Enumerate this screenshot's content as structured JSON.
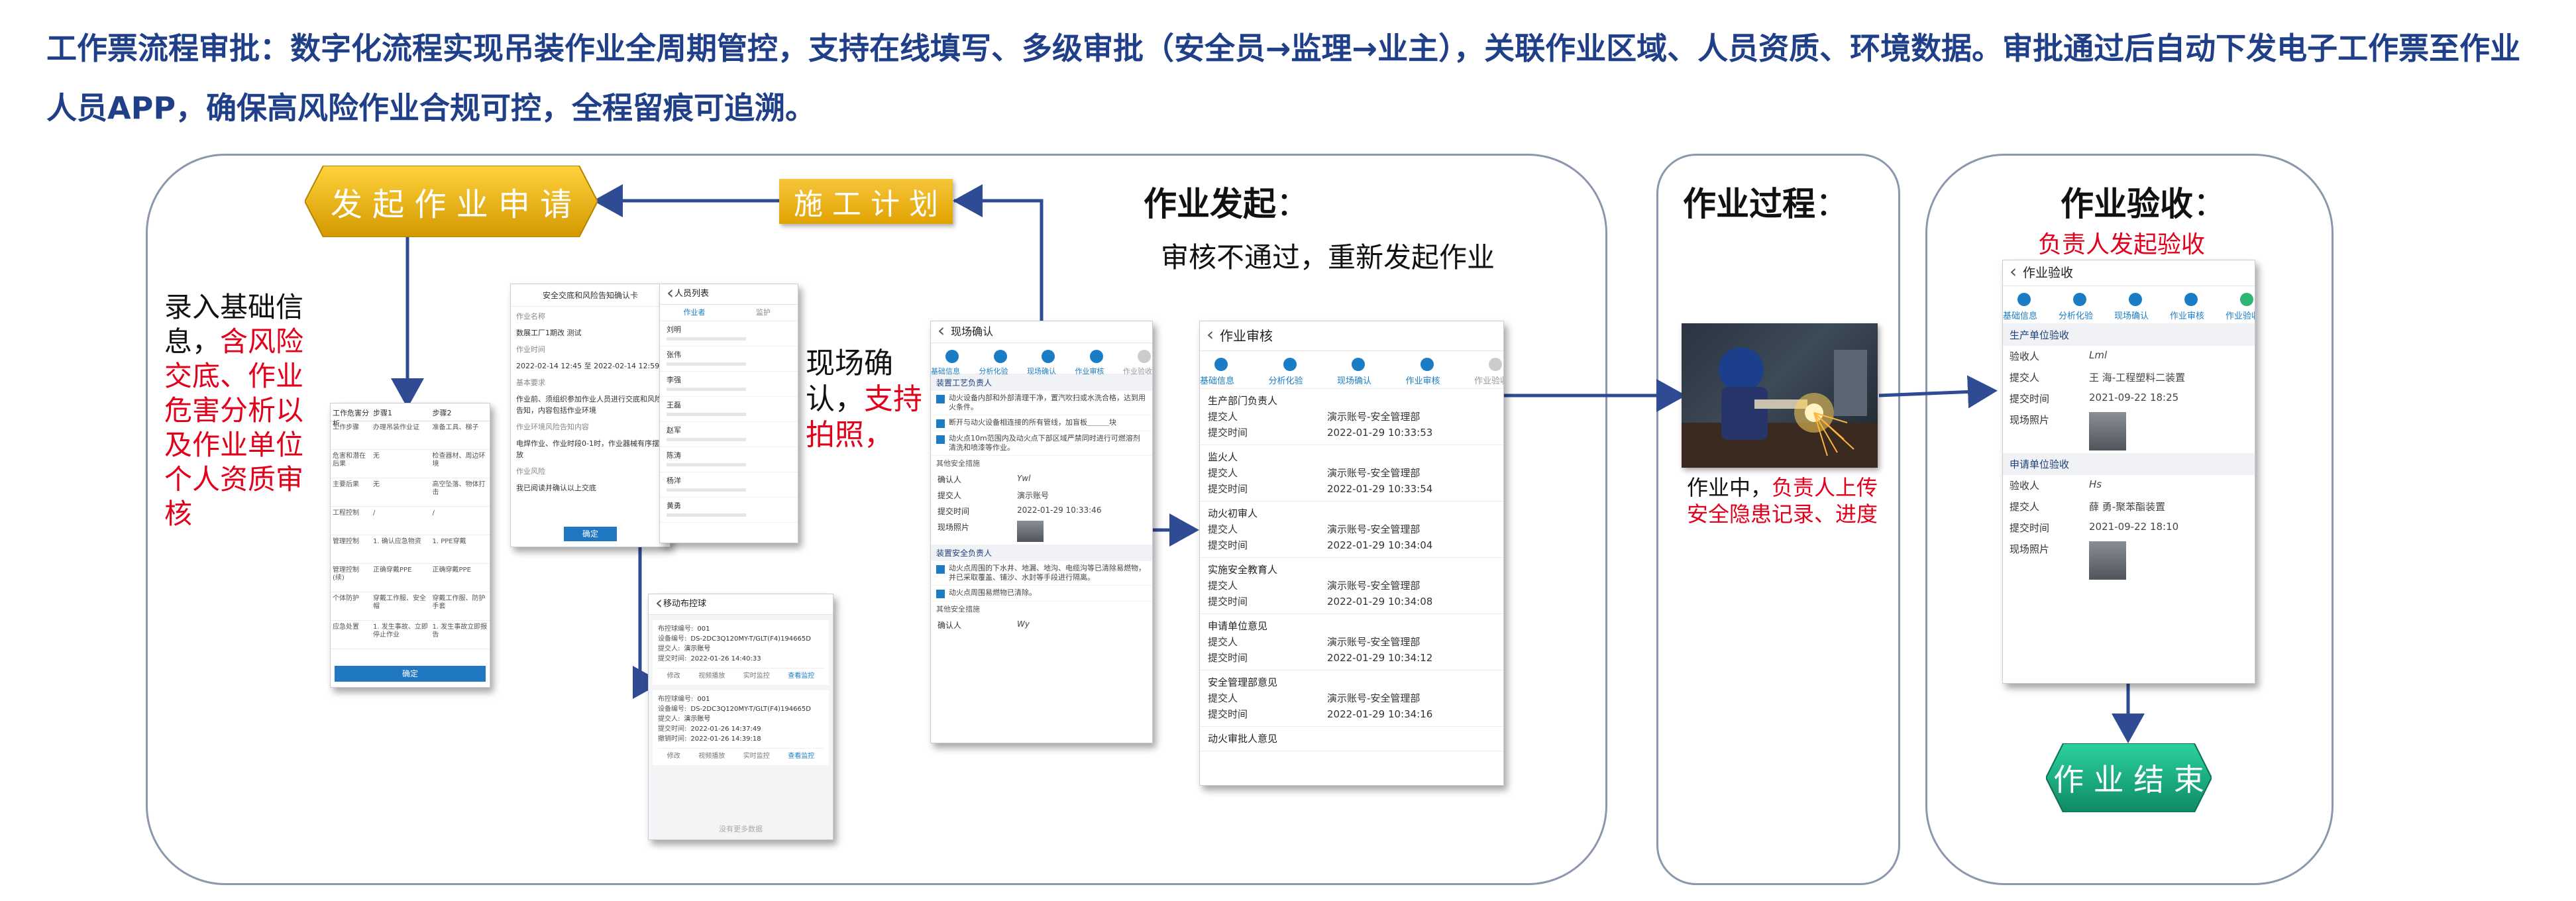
{
  "headline": "工作票流程审批：数字化流程实现吊装作业全周期管控，支持在线填写、多级审批（安全员→监理→业主），关联作业区域、人员资质、环境数据。审批通过后自动下发电子工作票至作业人员APP，确保高风险作业合规可控，全程留痕可追溯。",
  "sections": {
    "initiate": {
      "title": "作业发起",
      "colon": "：",
      "reject_note": "审核不通过，重新发起作业",
      "start_label": "发 起 作 业 申 请",
      "plan_label": "施 工 计 划",
      "input_text_a": "录入基础信息，",
      "input_text_b": "含风险交底、作业危害分析以及作业单位个人资质审核",
      "confirm_text_a": "现场确认，",
      "confirm_text_b": "支持拍照，"
    },
    "process": {
      "title": "作业过程",
      "colon": "：",
      "caption_a": "作业中，",
      "caption_b": "负责人上传安全隐患记录、进度"
    },
    "acceptance": {
      "title": "作业验收",
      "colon": "：",
      "subtitle": "负责人发起验收",
      "end_label": "作 业 结 束"
    }
  },
  "screens": {
    "hazard_table": {
      "headers": [
        "工作危害分析",
        "步骤1",
        "步骤2"
      ],
      "rows": [
        [
          "工作步骤",
          "办理吊装作业证",
          "准备工具、梯子"
        ],
        [
          "危害和潜在后果",
          "无",
          "检查器材、周边环境"
        ],
        [
          "主要后果",
          "无",
          "高空坠落、物体打击"
        ],
        [
          "工程控制",
          "/",
          "/"
        ],
        [
          "管理控制",
          "1. 确认应急物资",
          "1. PPE穿戴"
        ],
        [
          "管理控制(续)",
          "正确穿戴PPE",
          "正确穿戴PPE"
        ],
        [
          "个体防护",
          "穿戴工作服、安全帽",
          "穿戴工作服、防护手套"
        ],
        [
          "应急处置",
          "1. 发生事故、立即停止作业",
          "1. 发生事故立即报告"
        ]
      ],
      "button": "确定"
    },
    "safety_disclosure": {
      "title": "安全交底和风险告知确认卡",
      "lines": [
        "作业名称",
        "数展工厂1期改 测试",
        "作业时间",
        "2022-02-14 12:45 至 2022-02-14 12:59",
        "基本要求",
        "作业前、须组织参加作业人员进行交底和风险告知，内容包括作业环境",
        "作业环境风险告知内容",
        "电焊作业、作业时段0-1时，作业器械有序摆放",
        "作业风险",
        "我已阅读并确认以上交底"
      ],
      "button": "确定"
    },
    "personnel": {
      "title": "人员列表",
      "tabs": [
        "作业者",
        "监护"
      ],
      "items": [
        "刘明",
        "张伟",
        "李强",
        "王磊",
        "赵军",
        "陈涛",
        "杨洋",
        "黄勇"
      ]
    },
    "mobile_inspect": {
      "title": "移动布控球",
      "cards": [
        {
          "id_label": "布控球编号:",
          "id": "001",
          "sn_label": "设备编号:",
          "sn": "DS-2DC3Q120MY-T/GLT(F4)194665D",
          "user_label": "提交人:",
          "user": "演示账号",
          "time_label": "提交时间:",
          "time": "2022-01-26 14:40:33",
          "actions": [
            "修改",
            "视频播放",
            "实时监控",
            "查看监控"
          ]
        },
        {
          "id_label": "布控球编号:",
          "id": "001",
          "sn_label": "设备编号:",
          "sn": "DS-2DC3Q120MY-T/GLT(F4)194665D",
          "user_label": "提交人:",
          "user": "演示账号",
          "time_label": "提交时间:",
          "time": "2022-01-26 14:37:49",
          "time2_label": "撤销时间:",
          "time2": "2022-01-26 14:39:18",
          "actions": [
            "修改",
            "视频播放",
            "实时监控",
            "查看监控"
          ]
        }
      ],
      "footer": "没有更多数据"
    },
    "site_confirm": {
      "title": "现场确认",
      "steps": [
        "基础信息",
        "分析化验",
        "现场确认",
        "作业审核",
        "作业验收"
      ],
      "group1": "装置工艺负责人",
      "checks1": [
        "动火设备内部和外部清理干净，置汽吹扫或水洗合格，达到用火条件。",
        "断开与动火设备相连接的所有管线，加盲板＿＿＿块",
        "动火点10m范围内及动火点下部区域严禁同时进行可燃溶剂清洗和喷漆等作业。"
      ],
      "other": "其他安全措施",
      "fields1": [
        [
          "确认人",
          "Ywl"
        ],
        [
          "提交人",
          "演示账号"
        ],
        [
          "提交时间",
          "2022-01-29 10:33:46"
        ],
        [
          "现场照片",
          ""
        ]
      ],
      "group2": "装置安全负责人",
      "checks2": [
        "动火点周围的下水井、地漏、地沟、电缆沟等已清除易燃物，并已采取覆盖、铺沙、水封等手段进行隔离。",
        "动火点周围易燃物已清除。"
      ],
      "other2": "其他安全措施",
      "fields2": [
        [
          "确认人",
          "Wy"
        ]
      ]
    },
    "approval": {
      "title": "作业审核",
      "steps": [
        "基础信息",
        "分析化验",
        "现场确认",
        "作业审核",
        "作业验收"
      ],
      "groups": [
        {
          "name": "生产部门负责人",
          "user": "演示账号-安全管理部",
          "time": "2022-01-29 10:33:53"
        },
        {
          "name": "监火人",
          "user": "演示账号-安全管理部",
          "time": "2022-01-29 10:33:54"
        },
        {
          "name": "动火初审人",
          "user": "演示账号-安全管理部",
          "time": "2022-01-29 10:34:04"
        },
        {
          "name": "实施安全教育人",
          "user": "演示账号-安全管理部",
          "time": "2022-01-29 10:34:08"
        },
        {
          "name": "申请单位意见",
          "user": "演示账号-安全管理部",
          "time": "2022-01-29 10:34:12"
        },
        {
          "name": "安全管理部意见",
          "user": "演示账号-安全管理部",
          "time": "2022-01-29 10:34:16"
        },
        {
          "name": "动火审批人意见",
          "user": "",
          "time": ""
        }
      ],
      "user_label": "提交人",
      "time_label": "提交时间"
    },
    "acceptance_app": {
      "title": "作业验收",
      "steps": [
        "基础信息",
        "分析化验",
        "现场确认",
        "作业审核",
        "作业验收"
      ],
      "group1": "生产单位验收",
      "fields1": [
        [
          "验收人",
          "Lml"
        ],
        [
          "提交人",
          "王 海-工程塑料二装置"
        ],
        [
          "提交时间",
          "2021-09-22 18:25"
        ],
        [
          "现场照片",
          ""
        ]
      ],
      "group2": "申请单位验收",
      "fields2": [
        [
          "验收人",
          "Hs"
        ],
        [
          "提交人",
          "薛 勇-聚苯酯装置"
        ],
        [
          "提交时间",
          "2021-09-22 18:10"
        ],
        [
          "现场照片",
          ""
        ]
      ]
    }
  },
  "colors": {
    "arrow": "#2f4b93",
    "headline": "#1f3f88",
    "red": "#e3001b",
    "gold": "#f0b400",
    "green": "#1ca87e",
    "app_blue": "#1a7cc4"
  }
}
